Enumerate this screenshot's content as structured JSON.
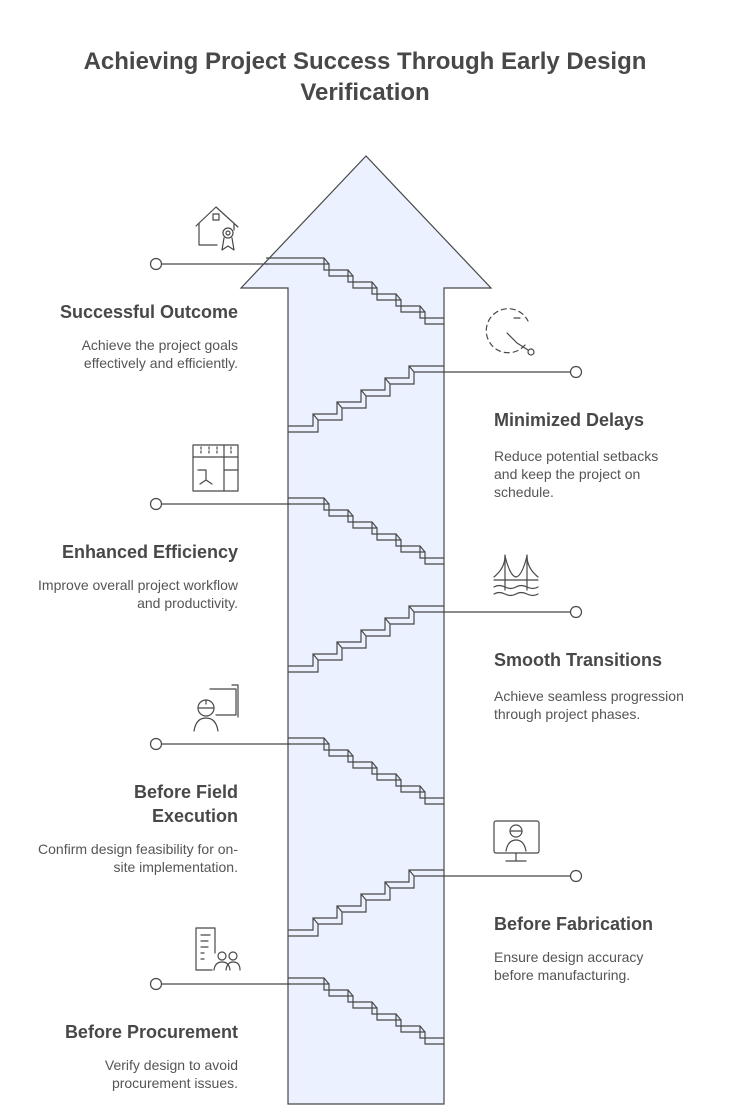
{
  "title": "Achieving Project Success Through Early Design Verification",
  "steps": [
    {
      "title": "Successful Outcome",
      "description": "Achieve the project goals effectively and efficiently.",
      "icon": "house-certificate-icon",
      "side": "left"
    },
    {
      "title": "Minimized Delays",
      "description": "Reduce potential setbacks and keep the project on schedule.",
      "icon": "clock-dashed-icon",
      "side": "right"
    },
    {
      "title": "Enhanced Efficiency",
      "description": "Improve overall project workflow and productivity.",
      "icon": "floor-plan-icon",
      "side": "left"
    },
    {
      "title": "Smooth Transitions",
      "description": "Achieve seamless progression through project phases.",
      "icon": "bridge-icon",
      "side": "right"
    },
    {
      "title": "Before Field Execution",
      "description": "Confirm design feasibility for on-site implementation.",
      "icon": "engineer-blueprint-icon",
      "side": "left"
    },
    {
      "title": "Before Fabrication",
      "description": "Ensure design accuracy before manufacturing.",
      "icon": "engineer-monitor-icon",
      "side": "right"
    },
    {
      "title": "Before Procurement",
      "description": "Verify design to avoid procurement issues.",
      "icon": "document-team-icon",
      "side": "left"
    }
  ],
  "colors": {
    "arrow_fill": "#ebf1fe",
    "stroke": "#484848",
    "text": "#484848"
  }
}
